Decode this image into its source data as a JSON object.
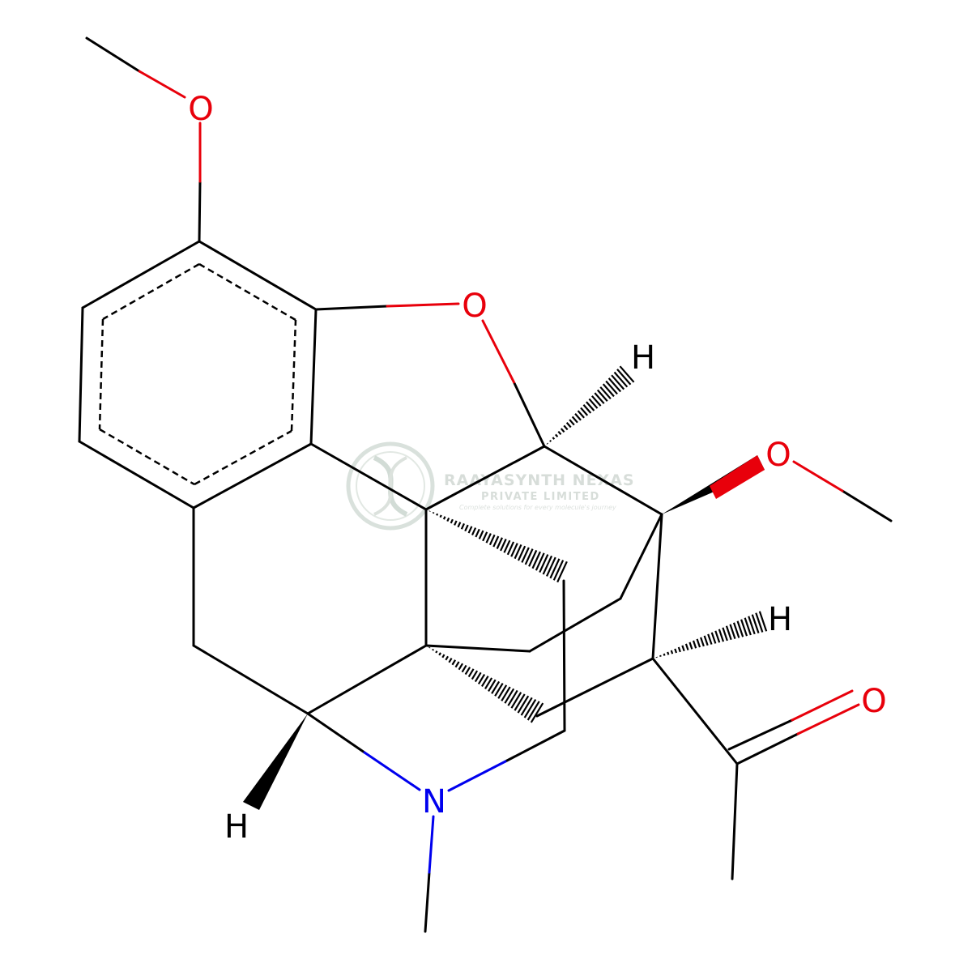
{
  "colors": {
    "bond": "#000000",
    "oxygen": "#e8000b",
    "nitrogen": "#0000ee",
    "hydrogen": "#000000",
    "watermark": "#cfd8d2"
  },
  "atoms": {
    "o_methoxy_top": "O",
    "o_bridge": "O",
    "h_top": "H",
    "o_methoxy_right": "O",
    "h_right": "H",
    "o_carbonyl": "O",
    "n_amine": "N",
    "h_bottom": "H"
  },
  "watermark": {
    "company": "RAAYASYNTH NEXAS",
    "subtitle": "PRIVATE LIMITED",
    "tagline": "Complete solutions for every molecule's journey",
    "logo_icon": "dna-helix-icon"
  }
}
